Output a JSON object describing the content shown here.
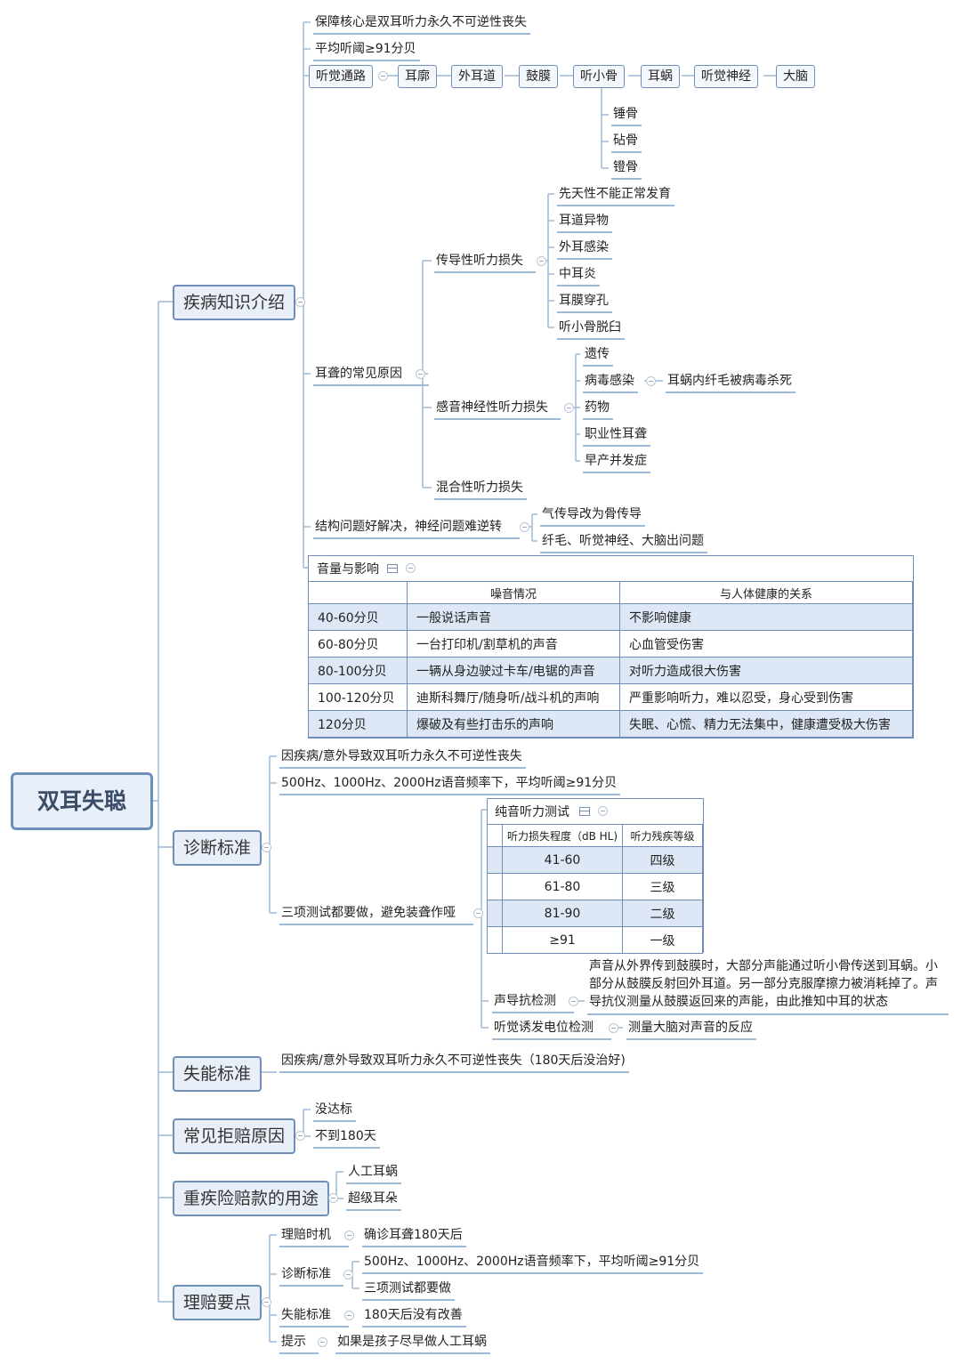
{
  "root": "双耳失聪",
  "disease": {
    "label": "疾病知识介绍",
    "core": "保障核心是双耳听力永久不可逆性丧失",
    "threshold": "平均听阈≥91分贝",
    "pathway": [
      "听觉通路",
      "耳廓",
      "外耳道",
      "鼓膜",
      "听小骨",
      "耳蜗",
      "听觉神经",
      "大脑"
    ],
    "ossicles": [
      "锤骨",
      "砧骨",
      "镫骨"
    ],
    "causes": {
      "label": "耳聋的常见原因",
      "conductive": {
        "label": "传导性听力损失",
        "items": [
          "先天性不能正常发育",
          "耳道异物",
          "外耳感染",
          "中耳炎",
          "耳膜穿孔",
          "听小骨脱臼"
        ]
      },
      "sensorineural": {
        "label": "感音神经性听力损失",
        "items": [
          "遗传",
          "病毒感染",
          "药物",
          "职业性耳聋",
          "早产并发症"
        ],
        "virus_note": "耳蜗内纤毛被病毒杀死"
      },
      "mixed": "混合性听力损失"
    },
    "structure": {
      "label": "结构问题好解决，神经问题难逆转",
      "items": [
        "气传导改为骨传导",
        "纤毛、听觉神经、大脑出问题"
      ]
    },
    "volume_table": {
      "title": "音量与影响",
      "headers": [
        "",
        "噪音情况",
        "与人体健康的关系"
      ],
      "rows": [
        [
          "40-60分贝",
          "一般说话声音",
          " 不影响健康"
        ],
        [
          "60-80分贝",
          "一台打印机/割草机的声音",
          "心血管受伤害"
        ],
        [
          "80-100分贝",
          "一辆从身边驶过卡车/电锯的声音",
          "对听力造成很大伤害"
        ],
        [
          "100-120分贝",
          "迪斯科舞厅/随身听/战斗机的声响",
          "严重影响听力，难以忍受，身心受到伤害"
        ],
        [
          "120分贝",
          "爆破及有些打击乐的声响",
          "失眠、心慌、精力无法集中，健康遭受极大伤害"
        ]
      ]
    }
  },
  "diagnosis": {
    "label": "诊断标准",
    "cause": "因疾病/意外导致双耳听力永久不可逆性丧失",
    "freq": "500Hz、1000Hz、2000Hz语音频率下，平均听阈≥91分贝",
    "tests": {
      "label": "三项测试都要做，避免装聋作哑",
      "pure_tone": {
        "title": "纯音听力测试",
        "headers": [
          "",
          "听力损失程度（dB HL)",
          "听力残疾等级"
        ],
        "rows": [
          [
            "",
            "41-60",
            "四级"
          ],
          [
            "",
            "61-80",
            "三级"
          ],
          [
            "",
            "81-90",
            "二级"
          ],
          [
            "",
            "≥91",
            "一级"
          ]
        ]
      },
      "impedance": {
        "label": "声导抗检测",
        "desc": "声音从外界传到鼓膜时，大部分声能通过听小骨传送到耳蜗。小部分从鼓膜反射回外耳道。另一部分克服摩擦力被消耗掉了。声导抗仪测量从鼓膜返回来的声能，由此推知中耳的状态"
      },
      "evoked": {
        "label": "听觉诱发电位检测",
        "desc": "测量大脑对声音的反应"
      }
    }
  },
  "disability": {
    "label": "失能标准",
    "desc": "因疾病/意外导致双耳听力永久不可逆性丧失（180天后没治好)"
  },
  "rejection": {
    "label": "常见拒赔原因",
    "items": [
      "没达标",
      "不到180天"
    ]
  },
  "usage": {
    "label": "重疾险赔款的用途",
    "items": [
      "人工耳蜗",
      "超级耳朵"
    ]
  },
  "claims": {
    "label": "理赔要点",
    "timing": {
      "label": "理赔时机",
      "value": "确诊耳聋180天后"
    },
    "diag": {
      "label": "诊断标准",
      "items": [
        "500Hz、1000Hz、2000Hz语音频率下，平均听阈≥91分贝",
        "三项测试都要做"
      ]
    },
    "disab": {
      "label": "失能标准",
      "value": "180天后没有改善"
    },
    "tip": {
      "label": "提示",
      "value": "如果是孩子尽早做人工耳蜗"
    }
  }
}
